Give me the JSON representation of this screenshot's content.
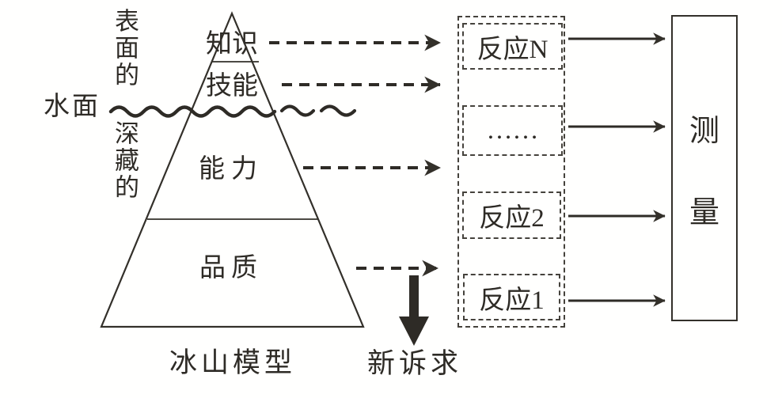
{
  "colors": {
    "ink": "#2e2b26",
    "line": "#33302a",
    "background": "#fffffe"
  },
  "waterline": {
    "label": "水面",
    "above_label": "表面的",
    "below_label": "深藏的"
  },
  "pyramid": {
    "caption": "冰山模型",
    "levels": [
      {
        "label": "知识"
      },
      {
        "label": "技能"
      },
      {
        "label": "能力"
      },
      {
        "label": "品质"
      }
    ]
  },
  "arrow_down": {
    "label": "新诉求"
  },
  "responses": {
    "items": [
      {
        "label": "反应N"
      },
      {
        "label": "……"
      },
      {
        "label": "反应2"
      },
      {
        "label": "反应1"
      }
    ]
  },
  "measurement": {
    "label": "测量",
    "chars": [
      "测",
      "量"
    ]
  }
}
